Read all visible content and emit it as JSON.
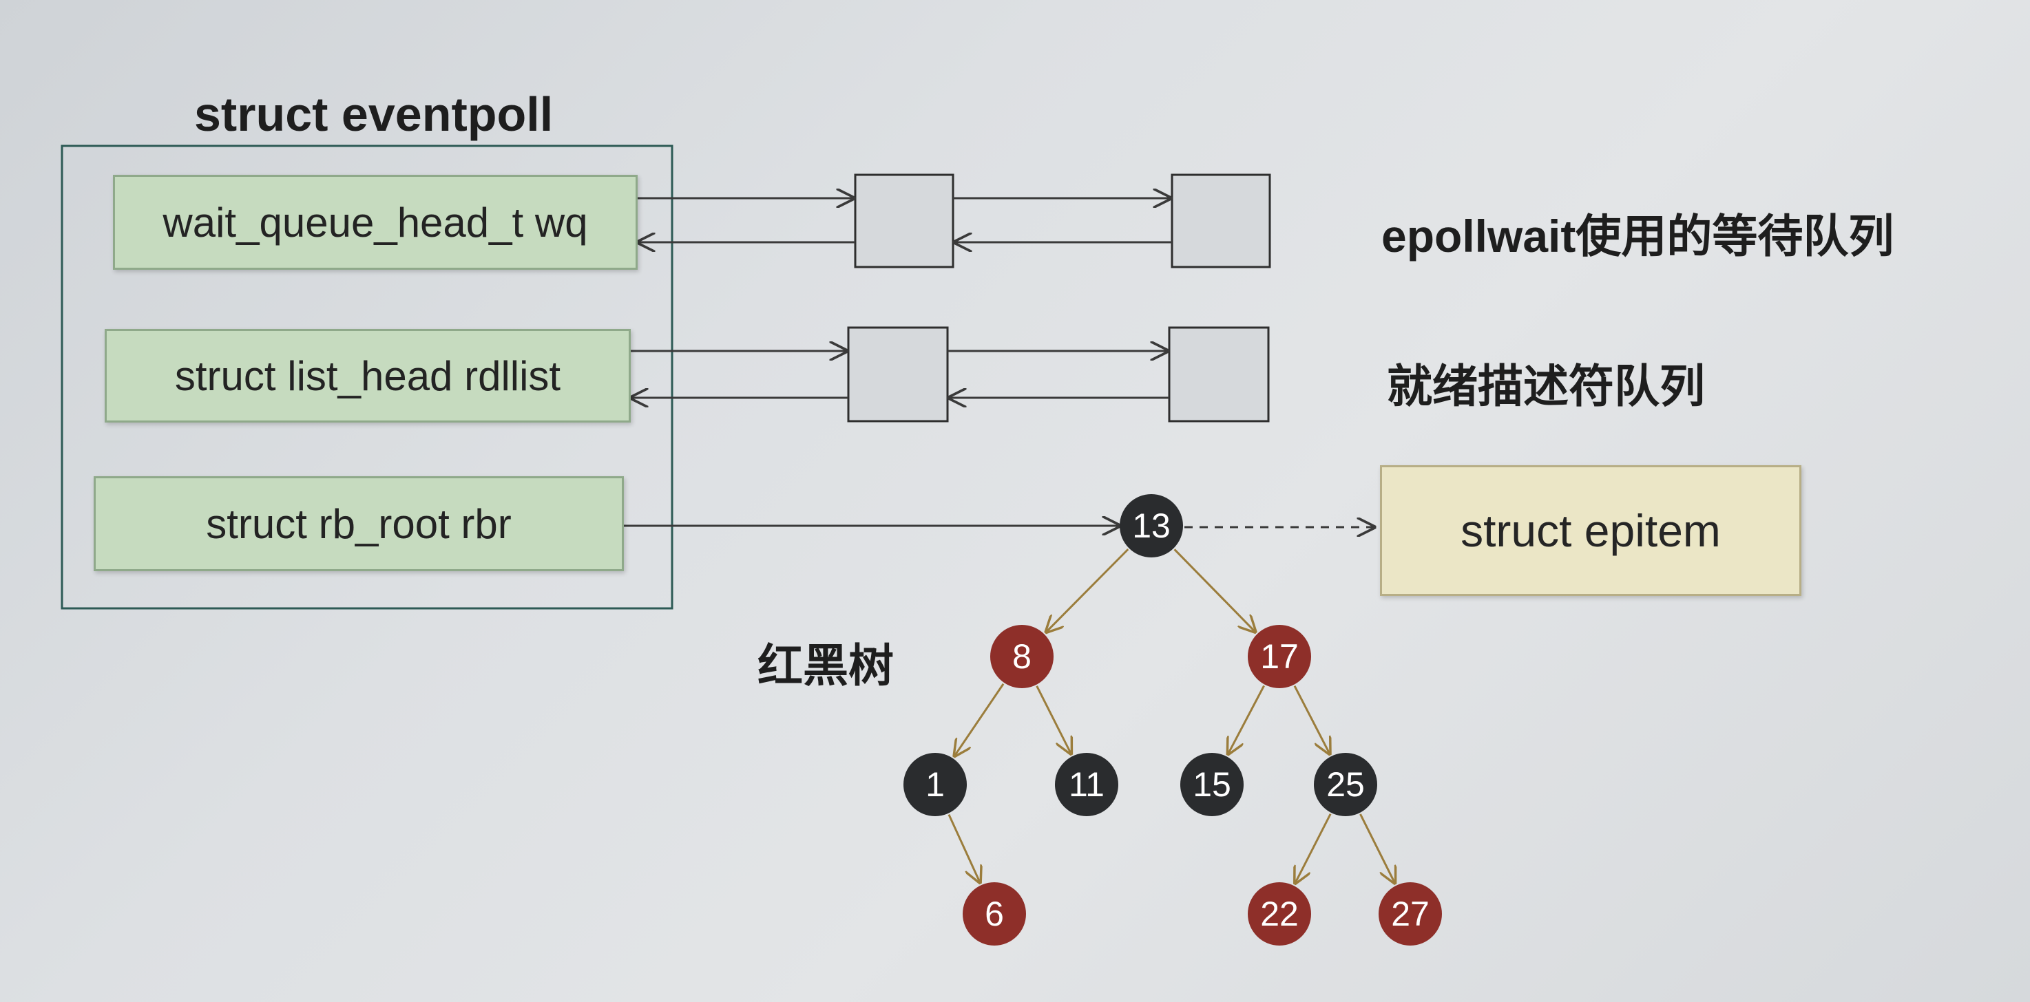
{
  "title": "struct eventpoll",
  "fields": [
    {
      "id": "wq",
      "label": "wait_queue_head_t wq"
    },
    {
      "id": "rdllist",
      "label": "struct list_head rdllist"
    },
    {
      "id": "rbr",
      "label": "struct rb_root rbr"
    }
  ],
  "queue_labels": {
    "wait_queue": "epollwait使用的等待队列",
    "ready_list": "就绪描述符队列"
  },
  "rb_tree_label": "红黑树",
  "epitem_label": "struct epitem",
  "colors": {
    "field_bg": "#c6dbbf",
    "epitem_bg": "#ebe6c6",
    "black_node": "#2a2c2e",
    "red_node": "#8e2f29",
    "tree_edge": "#9b7d3c"
  },
  "tree_nodes": [
    {
      "id": "n13",
      "label": "13",
      "color": "black"
    },
    {
      "id": "n8",
      "label": "8",
      "color": "red"
    },
    {
      "id": "n17",
      "label": "17",
      "color": "red"
    },
    {
      "id": "n1",
      "label": "1",
      "color": "black"
    },
    {
      "id": "n11",
      "label": "11",
      "color": "black"
    },
    {
      "id": "n15",
      "label": "15",
      "color": "black"
    },
    {
      "id": "n25",
      "label": "25",
      "color": "black"
    },
    {
      "id": "n6",
      "label": "6",
      "color": "red"
    },
    {
      "id": "n22",
      "label": "22",
      "color": "red"
    },
    {
      "id": "n27",
      "label": "27",
      "color": "red"
    }
  ],
  "tree_edges": [
    [
      "n13",
      "n8"
    ],
    [
      "n13",
      "n17"
    ],
    [
      "n8",
      "n1"
    ],
    [
      "n8",
      "n11"
    ],
    [
      "n17",
      "n15"
    ],
    [
      "n17",
      "n25"
    ],
    [
      "n1",
      "n6"
    ],
    [
      "n25",
      "n22"
    ],
    [
      "n25",
      "n27"
    ]
  ]
}
